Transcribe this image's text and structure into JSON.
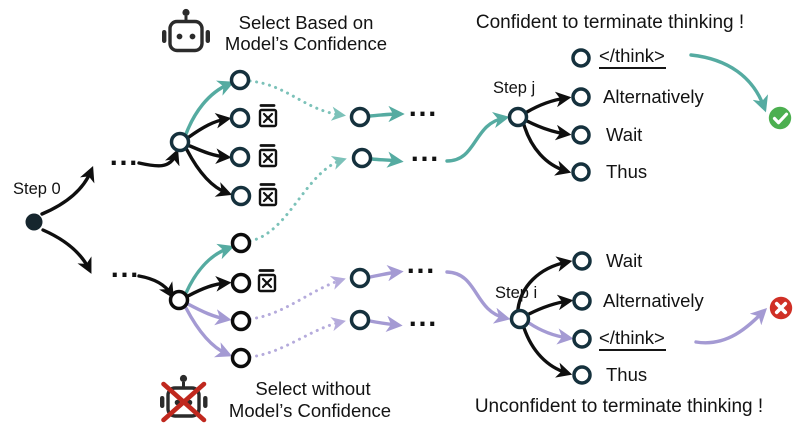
{
  "captions": {
    "with_confidence_line1": "Select Based on",
    "with_confidence_line2": "Model’s Confidence",
    "without_confidence_line1": "Select without",
    "without_confidence_line2": "Model’s Confidence"
  },
  "banners": {
    "confident": "Confident to terminate thinking !",
    "unconfident": "Unconfident to terminate thinking !"
  },
  "step_labels": {
    "root": "Step 0",
    "top": "Step j",
    "bottom": "Step i"
  },
  "ellipsis": "...",
  "top_tree_tokens": [
    "</think>",
    "Alternatively",
    "Wait",
    "Thus"
  ],
  "bottom_tree_tokens": [
    "Wait",
    "Alternatively",
    "</think>",
    "Thus"
  ],
  "icons": {
    "robot": "robot-icon",
    "robot_crossed": "robot-crossed-icon",
    "discard": "discard-box-icon",
    "success": "green-check-icon",
    "failure": "red-cross-icon"
  },
  "colors": {
    "confident_path": "#55aba1",
    "confident_path_dotted": "#7cc2b9",
    "unconfident_path": "#a49ad3",
    "unconfident_path_dotted": "#b5abdc",
    "branch_black": "#0f0f0f",
    "node_stroke_dark": "#15313d",
    "node_stroke_black": "#0c0c0c",
    "success_green": "#4caf50",
    "failure_red": "#d03026",
    "robot_cross_red": "#c0281e",
    "text": "#131313"
  }
}
